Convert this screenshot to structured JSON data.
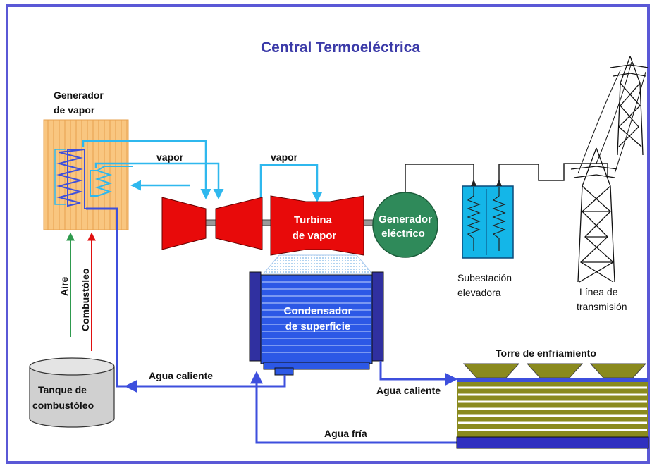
{
  "title": "Central Termoeléctrica",
  "colors": {
    "frame": "#5a58d6",
    "title": "#3b3aa8",
    "steam": "#2fb8ee",
    "water": "#3d4fdd",
    "turbine": "#e80a0a",
    "generator": "#2f8a5a",
    "air": "#2e9a4e",
    "fuel": "#e01010",
    "boiler": "#f9c680",
    "cooling_fan": "#8a8a1e"
  },
  "labels": {
    "steam_generator_line1": "Generador",
    "steam_generator_line2": "de vapor",
    "vapor_left": "vapor",
    "vapor_right": "vapor",
    "turbine_line1": "Turbina",
    "turbine_line2": "de vapor",
    "generator_line1": "Generador",
    "generator_line2": "eléctrico",
    "substation_line1": "Subestación",
    "substation_line2": "elevadora",
    "line_line1": "Línea de",
    "line_line2": "transmisión",
    "condenser_line1": "Condensador",
    "condenser_line2": "de superficie",
    "air": "Aire",
    "fuel": "Combustóleo",
    "tank_line1": "Tanque de",
    "tank_line2": "combustóleo",
    "hot_water_left": "Agua caliente",
    "hot_water_right": "Agua caliente",
    "cold_water": "Agua fría",
    "cooling_tower": "Torre de enfriamiento"
  }
}
